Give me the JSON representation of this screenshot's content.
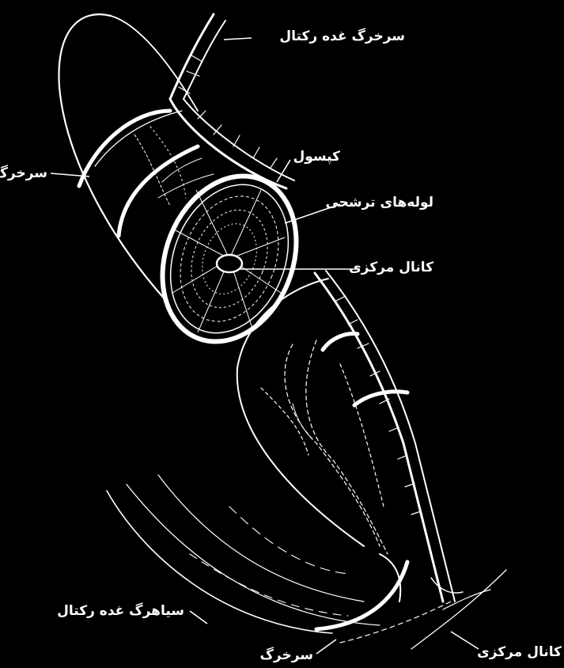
{
  "labels": {
    "rectal_gland_artery": "سرخرگ غده رکتال",
    "artery_left": "سرخرگ",
    "capsule": "کپسول",
    "secretory_tubules": "لوله‌های ترشحی",
    "central_canal_mid": "کانال مرکزی",
    "rectal_gland_vein": "سیاهرگ غده رکتال",
    "artery_bottom": "سرخرگ",
    "central_canal_bottom": "کانال مرکزی"
  },
  "colors": {
    "background": "#000000",
    "ink": "#ffffff"
  }
}
